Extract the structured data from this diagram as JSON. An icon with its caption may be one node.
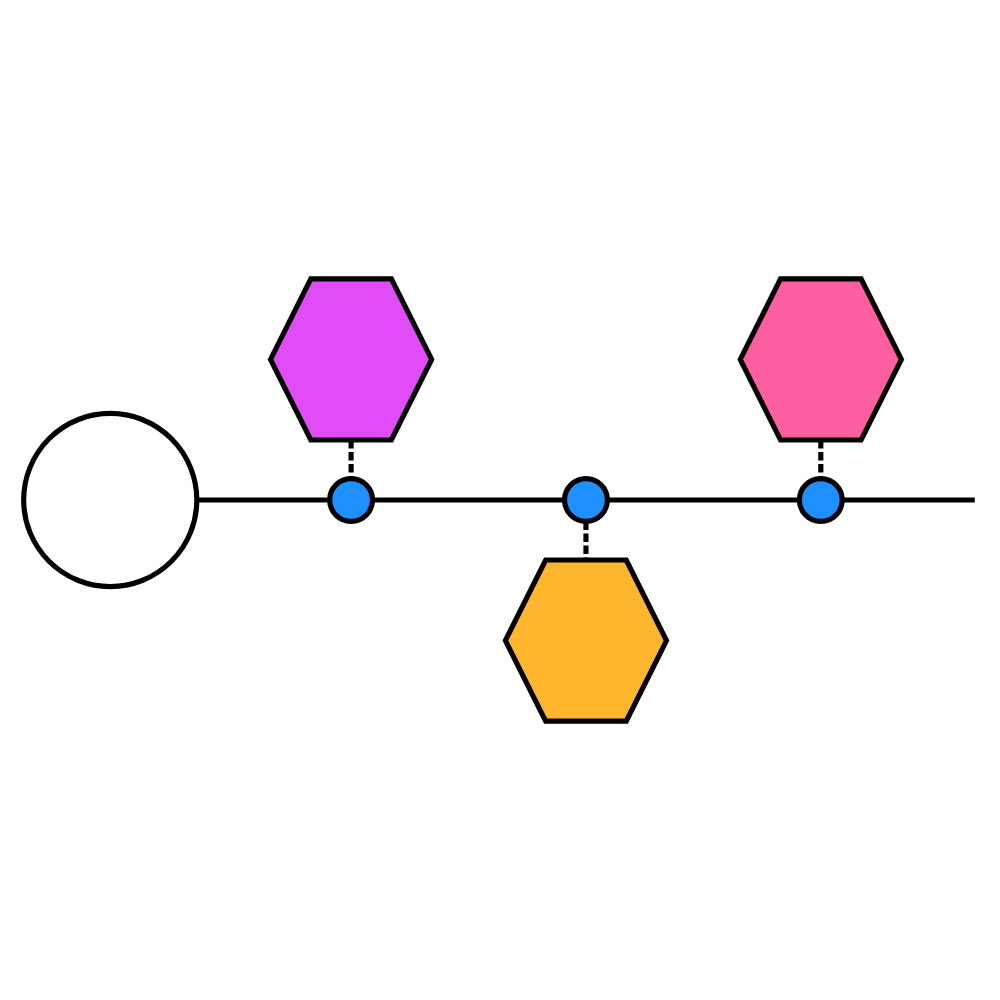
{
  "diagram": {
    "nodes": [
      {
        "text": [],
        "shape": "hexagon"
      },
      {
        "text": [],
        "shape": "hexagon"
      },
      {
        "text": [],
        "shape": "circle"
      },
      {
        "text": [],
        "shape": "circle"
      },
      {
        "text": [],
        "shape": "circle"
      },
      {
        "text": [],
        "shape": "circle"
      },
      {
        "text": [],
        "shape": "hexagon"
      }
    ],
    "edges": [
      {
        "from": 2,
        "to": 3,
        "arrow": "none"
      },
      {
        "from": 3,
        "to": 4,
        "arrow": "none"
      },
      {
        "from": 4,
        "to": 5,
        "arrow": "none"
      },
      {
        "from": 5,
        "to": null,
        "arrow": "none"
      },
      {
        "from": 0,
        "to": 3,
        "arrow": "none",
        "style": "dashed"
      },
      {
        "from": 1,
        "to": 5,
        "arrow": "none",
        "style": "dashed"
      },
      {
        "from": 6,
        "to": 4,
        "arrow": "none",
        "style": "dashed"
      }
    ]
  }
}
